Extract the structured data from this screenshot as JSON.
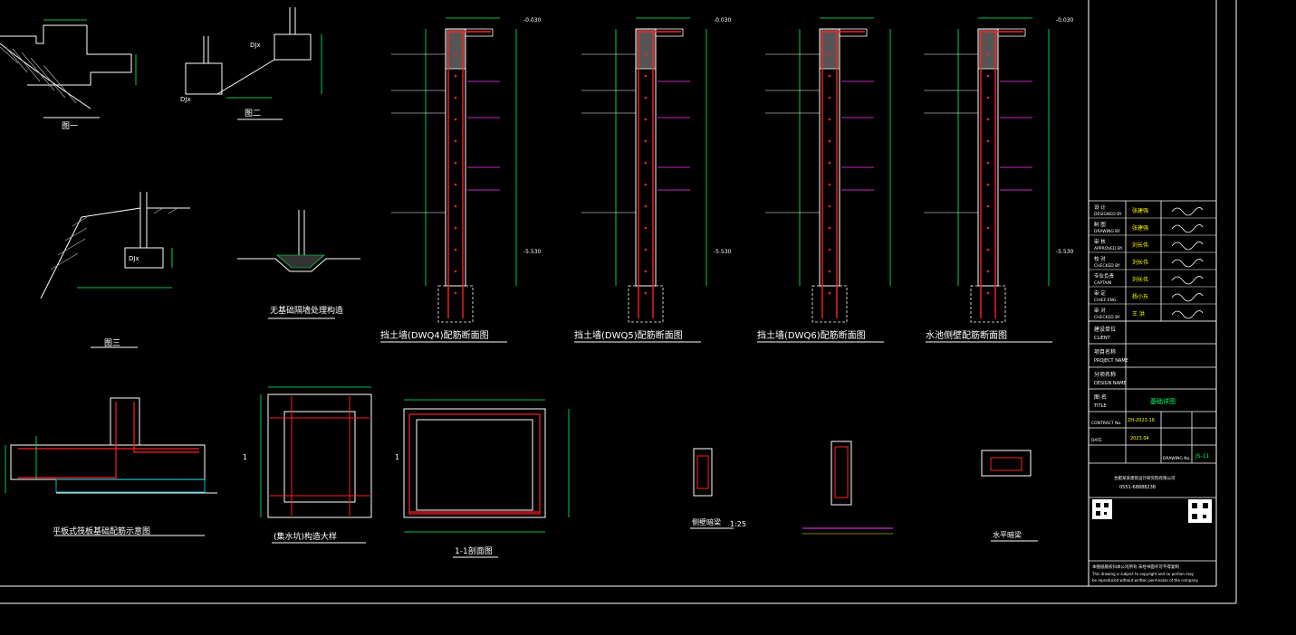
{
  "colors": {
    "background": "#000000",
    "line": "#ffffff",
    "dimension": "#00ff66",
    "rebar": "#ff2020",
    "cyan": "#00e5ff",
    "magenta": "#ff33ff",
    "yellow": "#ffff00",
    "hatch": "#bbbbbb"
  },
  "labels": {
    "fig1": "图一",
    "fig2": "图二",
    "fig3": "图三",
    "djx1": "DJx",
    "djx2": "DJx",
    "djx3": "DJx",
    "wall_dwq4": "挡土墙(DWQ4)配筋断面图",
    "wall_dwq5": "挡土墙(DWQ5)配筋断面图",
    "wall_dwq6": "挡土墙(DWQ6)配筋断面图",
    "wall_pool": "水池侧壁配筋断面图",
    "sink_title": "(集水坑)构造大样",
    "section_11": "1-1剖面图",
    "raft_title": "平板式筏板基础配筋示意图",
    "trench_title": "无基础隔墙处理构造",
    "side_section": "侧壁暗梁",
    "scale_125": "1:25",
    "horizontal_beam": "水平暗梁",
    "elev_0": "-0.030",
    "elev_5": "-5.530",
    "sec_mark": "1"
  },
  "titleblock": {
    "rows": [
      {
        "cn": "设 计",
        "en": "DESIGNED BY",
        "name": "张建强"
      },
      {
        "cn": "制 图",
        "en": "DRAWING BY",
        "name": "张建强"
      },
      {
        "cn": "审 核",
        "en": "APPROVED BY",
        "name": "刘长伟"
      },
      {
        "cn": "校 对",
        "en": "CHECKED BY",
        "name": "刘长伟"
      },
      {
        "cn": "专业负责",
        "en": "CAPTAIN",
        "name": "刘长伟"
      },
      {
        "cn": "审 定",
        "en": "CHIEF ENG.",
        "name": "杨小东"
      },
      {
        "cn": "审 对",
        "en": "CHECKED BY",
        "name": "王 洪"
      }
    ],
    "client_cn": "建设单位",
    "client_en": "CLIENT",
    "project_cn": "项目名称",
    "project_en": "PROJECT NAME",
    "design_cn": "分项名称",
    "design_en": "DESIGN NAME",
    "title_cn": "图 名",
    "title_en": "TITLE",
    "title_value": "基础详图",
    "contract": "CONTRACT No.",
    "contract_value": "ZH-2023-16",
    "drawing_no_label": "DRAWING No.",
    "drawing_no": "JS-11",
    "date_label": "DATE",
    "date_value": "2023.04",
    "phone": "0551-68888238",
    "company": "合肥某某建筑设计研究院有限公司",
    "footer1": "本图纸版权归本公司所有 未经书面许可不得复制",
    "footer2": "This drawing is subject to copyright and no portion may",
    "footer3": "be reproduced without written permission of the company."
  }
}
